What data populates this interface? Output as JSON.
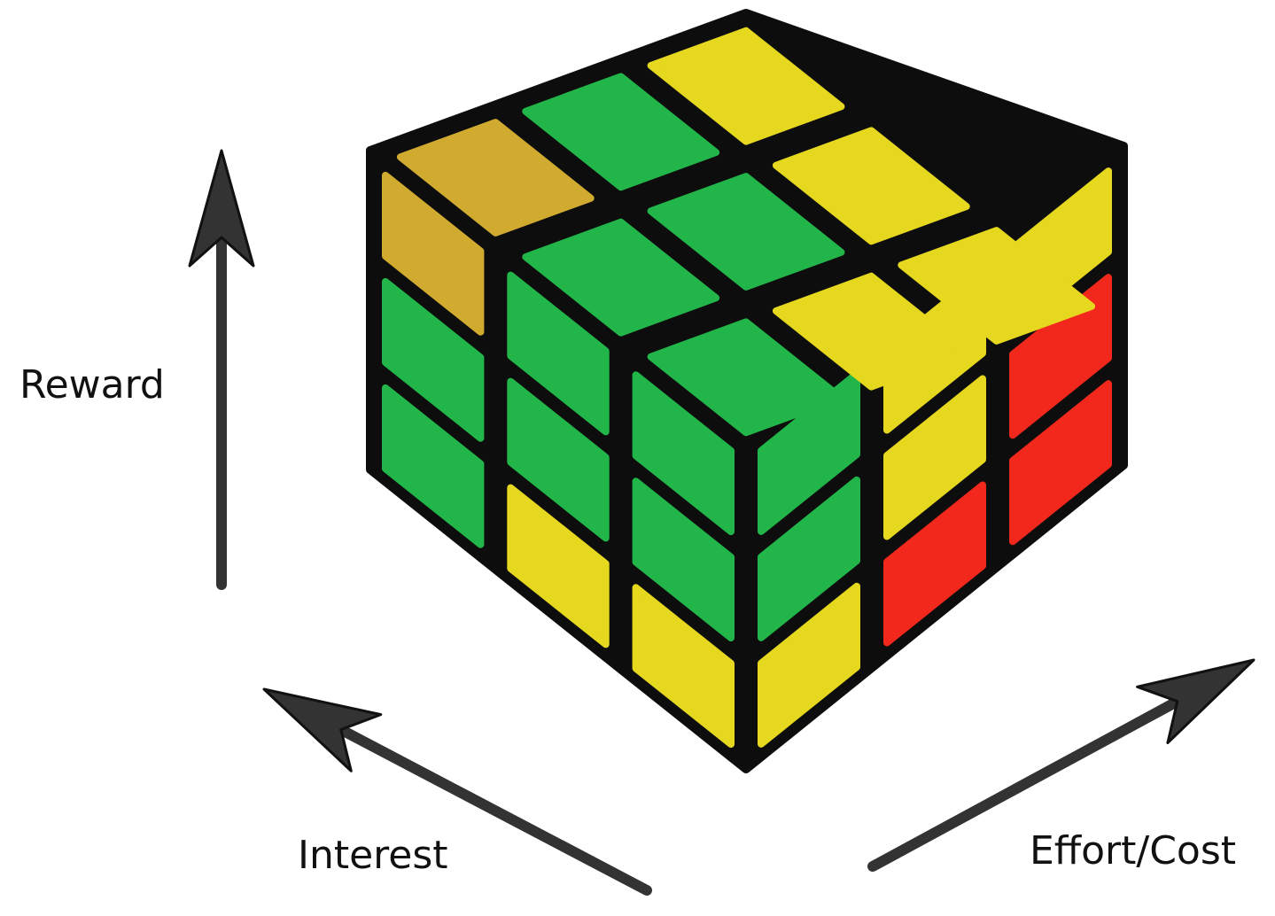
{
  "diagram": {
    "axes": {
      "vertical": {
        "label": "Reward",
        "direction": "up"
      },
      "left_diagonal": {
        "label": "Interest",
        "direction": "up-left"
      },
      "right_diagonal": {
        "label": "Effort/Cost",
        "direction": "up-right"
      }
    },
    "colors": {
      "green": "#22b54a",
      "yellow": "#e6d71f",
      "red": "#f3281d",
      "amber": "#d1ab2f",
      "frame": "#0d0d0d",
      "arrow": "#333333"
    },
    "cube": {
      "left_face": [
        [
          "amber",
          "green",
          "green"
        ],
        [
          "green",
          "green",
          "green"
        ],
        [
          "green",
          "yellow",
          "yellow"
        ]
      ],
      "right_face": [
        [
          "green",
          "yellow",
          "yellow"
        ],
        [
          "green",
          "yellow",
          "red"
        ],
        [
          "yellow",
          "red",
          "red"
        ]
      ],
      "top_face": [
        [
          "amber",
          "green",
          "yellow"
        ],
        [
          "green",
          "green",
          "yellow"
        ],
        [
          "green",
          "yellow",
          "yellow"
        ]
      ]
    }
  }
}
